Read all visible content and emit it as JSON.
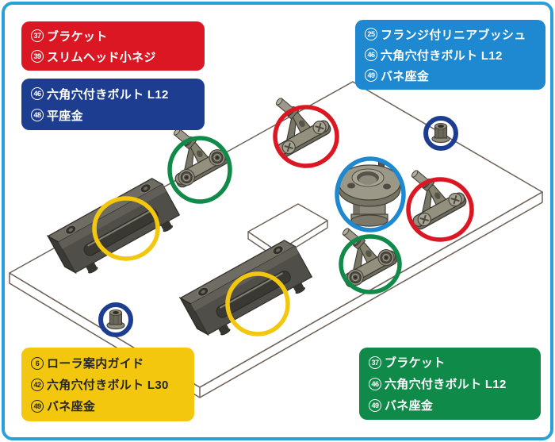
{
  "palette": {
    "frame_blue": "#2aa0da",
    "red": "#da1723",
    "navy": "#1c3d90",
    "light_blue": "#1e88d0",
    "yellow": "#f3c70e",
    "green": "#0f8a49",
    "plate_outline": "#6d6157",
    "part_gray": "#8f8c7b"
  },
  "boxes": {
    "bracket_screw": {
      "color_key": "red",
      "items": [
        {
          "num": "37",
          "label": "ブラケット"
        },
        {
          "num": "39",
          "label": "スリムヘッド小ネジ"
        }
      ]
    },
    "bolt_flat_washer": {
      "color_key": "navy",
      "items": [
        {
          "num": "46",
          "label": "六角穴付きボルト L12"
        },
        {
          "num": "48",
          "label": "平座金"
        }
      ]
    },
    "linear_bush": {
      "color_key": "light_blue",
      "items": [
        {
          "num": "25",
          "label": "フランジ付リニアブッシュ"
        },
        {
          "num": "46",
          "label": "六角穴付きボルト L12"
        },
        {
          "num": "49",
          "label": "バネ座金"
        }
      ]
    },
    "roller_guide": {
      "color_key": "yellow",
      "items": [
        {
          "num": "6",
          "label": "ローラ案内ガイド"
        },
        {
          "num": "42",
          "label": "六角穴付きボルト L30"
        },
        {
          "num": "49",
          "label": "バネ座金"
        }
      ]
    },
    "bracket_bolt": {
      "color_key": "green",
      "items": [
        {
          "num": "37",
          "label": "ブラケット"
        },
        {
          "num": "46",
          "label": "六角穴付きボルト L12"
        },
        {
          "num": "49",
          "label": "バネ座金"
        }
      ]
    }
  },
  "diagram": {
    "callout_rings": [
      {
        "color": "red",
        "marks": "bracket-top"
      },
      {
        "color": "red",
        "marks": "bracket-right"
      },
      {
        "color": "green",
        "marks": "bracket-left"
      },
      {
        "color": "green",
        "marks": "bracket-bottom"
      },
      {
        "color": "yellow",
        "marks": "roller-guide-left"
      },
      {
        "color": "yellow",
        "marks": "roller-guide-bottom"
      },
      {
        "color": "light_blue",
        "marks": "flanged-linear-bush"
      },
      {
        "color": "navy",
        "marks": "socket-bolt-top-right"
      },
      {
        "color": "navy",
        "marks": "socket-bolt-bottom-left"
      }
    ]
  }
}
